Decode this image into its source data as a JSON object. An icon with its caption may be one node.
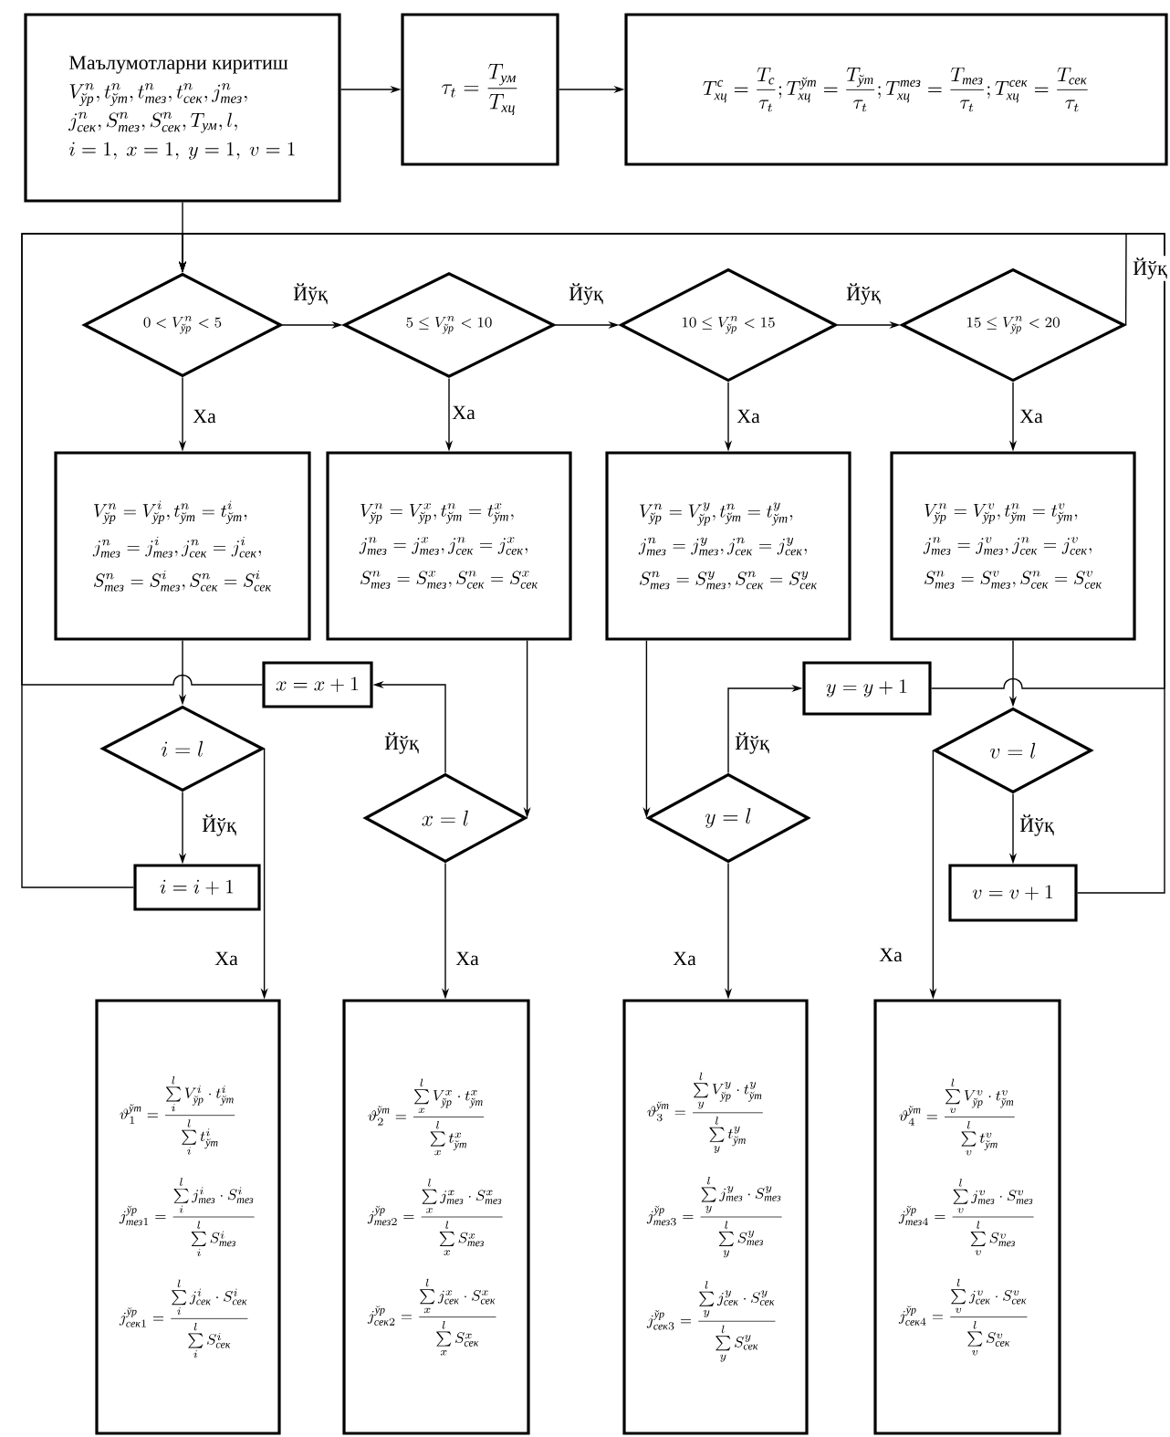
{
  "diagram": {
    "nodes": [
      {
        "text": [
          "Маълумотларни киритиш",
          "V^n_{\\textit{ўр}}, t^n_{\\textit{ўт}}, t^n_{\\textit{тез}}, t^n_{\\textit{сек}}, j^n_{\\textit{тез}},",
          "j^n_{\\textit{сек}}, S^n_{\\textit{тез}}, S^n_{\\textit{сек}}, T_{\\textit{ум}}, l,",
          "i=1,\\ x=1,\\ y=1,\\ v=1"
        ]
      },
      {
        "text": [
          "\\tau_t=\\frac{T_{\\textit{ум}}}{T_{\\textit{хц}}}"
        ]
      },
      {
        "text": [
          "T^{\\textit{с}}_{\\textit{хц}}=\\frac{T_{\\textit{с}}}{\\tau_t};T^{\\textit{ўт}}_{\\textit{хц}}=\\frac{T_{\\textit{ўт}}}{\\tau_t};T^{\\textit{тез}}_{\\textit{хц}}=\\frac{T_{\\textit{тез}}}{\\tau_t};T^{\\textit{сек}}_{\\textit{хц}}=\\frac{T_{\\textit{сек}}}{\\tau_t}"
        ]
      },
      {
        "text": [
          "0<V^n_{\\textit{ўр}}<5"
        ]
      },
      {
        "text": [
          "5\\le V^n_{\\textit{ўр}}<10"
        ]
      },
      {
        "text": [
          "10\\le V^n_{\\textit{ўр}}<15"
        ]
      },
      {
        "text": [
          "15\\le V^n_{\\textit{ўр}}<20"
        ]
      },
      {
        "text": [
          "V^n_{\\textit{ўр}}=V^i_{\\textit{ўр}}, t^n_{\\textit{ўт}}=t^i_{\\textit{ўт}},",
          "j^n_{\\textit{тез}}=j^i_{\\textit{тез}}, j^n_{\\textit{сек}}=j^i_{\\textit{сек}},",
          "S^n_{\\textit{тез}}=S^i_{\\textit{тез}}, S^n_{\\textit{сек}}=S^i_{\\textit{сек}}"
        ]
      },
      {
        "text": [
          "V^n_{\\textit{ўр}}=V^x_{\\textit{ўр}}, t^n_{\\textit{ўт}}=t^x_{\\textit{ўт}},",
          "j^n_{\\textit{тез}}=j^x_{\\textit{тез}}, j^n_{\\textit{сек}}=j^x_{\\textit{сек}},",
          "S^n_{\\textit{тез}}=S^x_{\\textit{тез}}, S^n_{\\textit{сек}}=S^x_{\\textit{сек}}"
        ]
      },
      {
        "text": [
          "V^n_{\\textit{ўр}}=V^y_{\\textit{ўр}}, t^n_{\\textit{ўт}}=t^y_{\\textit{ўт}},",
          "j^n_{\\textit{тез}}=j^y_{\\textit{тез}}, j^n_{\\textit{сек}}=j^y_{\\textit{сек}},",
          "S^n_{\\textit{тез}}=S^y_{\\textit{тез}}, S^n_{\\textit{сек}}=S^y_{\\textit{сек}}"
        ]
      },
      {
        "text": [
          "V^n_{\\textit{ўр}}=V^v_{\\textit{ўр}}, t^n_{\\textit{ўт}}=t^v_{\\textit{ўт}},",
          "j^n_{\\textit{тез}}=j^v_{\\textit{тез}}, j^n_{\\textit{сек}}=j^v_{\\textit{сек}},",
          "S^n_{\\textit{тез}}=S^v_{\\textit{тез}}, S^n_{\\textit{сек}}=S^v_{\\textit{сек}}"
        ]
      },
      {
        "text": [
          "x=x+1"
        ]
      },
      {
        "text": [
          "i=l"
        ]
      },
      {
        "text": [
          "x=l"
        ]
      },
      {
        "text": [
          "y=l"
        ]
      },
      {
        "text": [
          "y=y+1"
        ]
      },
      {
        "text": [
          "v=l"
        ]
      },
      {
        "text": [
          "i=i+1"
        ]
      },
      {
        "text": [
          "v=v+1"
        ]
      },
      {
        "text": [
          "\\vartheta^{\\textit{ўт}}_1=\\frac{\\sum\\limits_{i}^{l}V^i_{\\textit{ўр}}\\cdot t^i_{\\textit{ўт}}}{\\sum\\limits_{i}^{l}t^i_{\\textit{ўт}}}",
          "j^{\\textit{ўр}}_{\\textit{тез}1}=\\frac{\\sum\\limits_{i}^{l}j^i_{\\textit{тез}}\\cdot S^i_{\\textit{тез}}}{\\sum\\limits_{i}^{l}S^i_{\\textit{тез}}}",
          "j^{\\textit{ўр}}_{\\textit{сек}1}=\\frac{\\sum\\limits_{i}^{l}j^i_{\\textit{сек}}\\cdot S^i_{\\textit{сек}}}{\\sum\\limits_{i}^{l}S^i_{\\textit{сек}}}"
        ]
      },
      {
        "text": [
          "\\vartheta^{\\textit{ўт}}_2=\\frac{\\sum\\limits_{x}^{l}V^x_{\\textit{ўр}}\\cdot t^x_{\\textit{ўт}}}{\\sum\\limits_{x}^{l}t^x_{\\textit{ўт}}}",
          "j^{\\textit{ўр}}_{\\textit{тез}2}=\\frac{\\sum\\limits_{x}^{l}j^x_{\\textit{тез}}\\cdot S^x_{\\textit{тез}}}{\\sum\\limits_{x}^{l}S^x_{\\textit{тез}}}",
          "j^{\\textit{ўр}}_{\\textit{сек}2}=\\frac{\\sum\\limits_{x}^{l}j^x_{\\textit{сек}}\\cdot S^x_{\\textit{сек}}}{\\sum\\limits_{x}^{l}S^x_{\\textit{сек}}}"
        ]
      },
      {
        "text": [
          "\\vartheta^{\\textit{ўт}}_3=\\frac{\\sum\\limits_{y}^{l}V^y_{\\textit{ўр}}\\cdot t^y_{\\textit{ўт}}}{\\sum\\limits_{y}^{l}t^y_{\\textit{ўт}}}",
          "j^{\\textit{ўр}}_{\\textit{тез}3}=\\frac{\\sum\\limits_{y}^{l}j^y_{\\textit{тез}}\\cdot S^y_{\\textit{тез}}}{\\sum\\limits_{y}^{l}S^y_{\\textit{тез}}}",
          "j^{\\textit{ўр}}_{\\textit{сек}3}=\\frac{\\sum\\limits_{y}^{l}j^y_{\\textit{сек}}\\cdot S^y_{\\textit{сек}}}{\\sum\\limits_{y}^{l}S^y_{\\textit{сек}}}"
        ]
      },
      {
        "text": [
          "\\vartheta^{\\textit{ўт}}_4=\\frac{\\sum\\limits_{v}^{l}V^v_{\\textit{ўр}}\\cdot t^v_{\\textit{ўт}}}{\\sum\\limits_{v}^{l}t^v_{\\textit{ўт}}}",
          "j^{\\textit{ўр}}_{\\textit{тез}4}=\\frac{\\sum\\limits_{v}^{l}j^v_{\\textit{тез}}\\cdot S^v_{\\textit{тез}}}{\\sum\\limits_{v}^{l}S^v_{\\textit{тез}}}",
          "j^{\\textit{ўр}}_{\\textit{сек}4}=\\frac{\\sum\\limits_{v}^{l}j^v_{\\textit{сек}}\\cdot S^v_{\\textit{сек}}}{\\sum\\limits_{v}^{l}S^v_{\\textit{сек}}}"
        ]
      }
    ],
    "edges": [
      {
        "from": 0,
        "to": 1,
        "arrow": "to"
      },
      {
        "from": 1,
        "to": 2,
        "arrow": "to"
      },
      {
        "from": 0,
        "to": 3,
        "arrow": "to"
      },
      {
        "from": 3,
        "to": 4,
        "arrow": "to",
        "label": "Йўқ"
      },
      {
        "from": 4,
        "to": 5,
        "arrow": "to",
        "label": "Йўқ"
      },
      {
        "from": 5,
        "to": 6,
        "arrow": "to",
        "label": "Йўқ"
      },
      {
        "from": 6,
        "to": 3,
        "arrow": "to",
        "label": "Йўқ"
      },
      {
        "from": 3,
        "to": 7,
        "arrow": "to",
        "label": "Ха"
      },
      {
        "from": 4,
        "to": 8,
        "arrow": "to",
        "label": "Ха"
      },
      {
        "from": 5,
        "to": 9,
        "arrow": "to",
        "label": "Ха"
      },
      {
        "from": 6,
        "to": 10,
        "arrow": "to",
        "label": "Ха"
      },
      {
        "from": 7,
        "to": 12,
        "arrow": "to"
      },
      {
        "from": 8,
        "to": 13,
        "arrow": "to"
      },
      {
        "from": 9,
        "to": 14,
        "arrow": "to"
      },
      {
        "from": 10,
        "to": 16,
        "arrow": "to"
      },
      {
        "from": 12,
        "to": 17,
        "arrow": "to",
        "label": "Йўқ"
      },
      {
        "from": 17,
        "to": 3,
        "arrow": "to"
      },
      {
        "from": 12,
        "to": 19,
        "arrow": "to",
        "label": "Ха"
      },
      {
        "from": 13,
        "to": 11,
        "arrow": "to",
        "label": "Йўқ"
      },
      {
        "from": 11,
        "to": 3,
        "arrow": "to"
      },
      {
        "from": 13,
        "to": 20,
        "arrow": "to",
        "label": "Ха"
      },
      {
        "from": 14,
        "to": 15,
        "arrow": "to",
        "label": "Йўқ"
      },
      {
        "from": 15,
        "to": 3,
        "arrow": "to"
      },
      {
        "from": 14,
        "to": 21,
        "arrow": "to",
        "label": "Ха"
      },
      {
        "from": 16,
        "to": 18,
        "arrow": "to",
        "label": "Йўқ"
      },
      {
        "from": 18,
        "to": 3,
        "arrow": "to"
      },
      {
        "from": 16,
        "to": 22,
        "arrow": "to",
        "label": "Ха"
      }
    ]
  }
}
